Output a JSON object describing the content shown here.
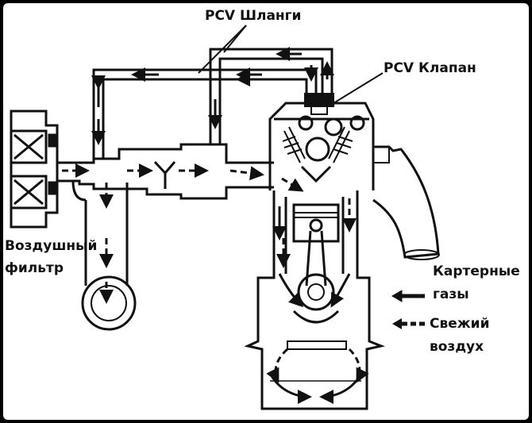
{
  "labels": {
    "pcv_hoses": "PCV Шланги",
    "pcv_valve": "PCV Клапан",
    "air_filter_line1": "Воздушный",
    "air_filter_line2": "фильтр",
    "crankcase_gases_line1": "Картерные",
    "crankcase_gases_line2": "газы",
    "fresh_air_line1": "Свежий",
    "fresh_air_line2": "воздух"
  },
  "colors": {
    "background": "#ffffff",
    "frame": "#000000",
    "ink": "#111111"
  },
  "legend": [
    {
      "style": "solid-arrow",
      "label_key": "crankcase_gases"
    },
    {
      "style": "dashed-arrow",
      "label_key": "fresh_air"
    }
  ]
}
